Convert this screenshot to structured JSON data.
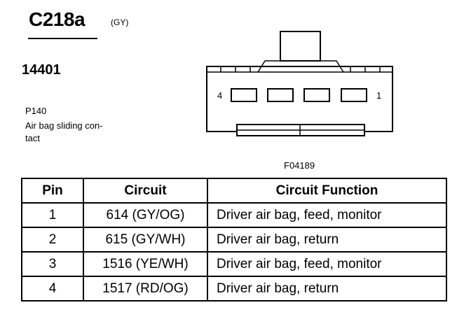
{
  "header": {
    "connector_id": "C218a",
    "connector_color": "(GY)",
    "part_number": "14401",
    "location_code": "P140",
    "component_description": "Air bag sliding con-\ntact"
  },
  "diagram": {
    "pin_label_left": "4",
    "pin_label_right": "1",
    "figure_code": "F04189"
  },
  "table": {
    "headers": [
      "Pin",
      "Circuit",
      "Circuit Function"
    ],
    "rows": [
      {
        "pin": "1",
        "circuit": "614 (GY/OG)",
        "function": "Driver air bag, feed, monitor"
      },
      {
        "pin": "2",
        "circuit": "615 (GY/WH)",
        "function": "Driver air bag, return"
      },
      {
        "pin": "3",
        "circuit": "1516 (YE/WH)",
        "function": "Driver air bag, feed, monitor"
      },
      {
        "pin": "4",
        "circuit": "1517 (RD/OG)",
        "function": "Driver air bag, return"
      }
    ]
  }
}
